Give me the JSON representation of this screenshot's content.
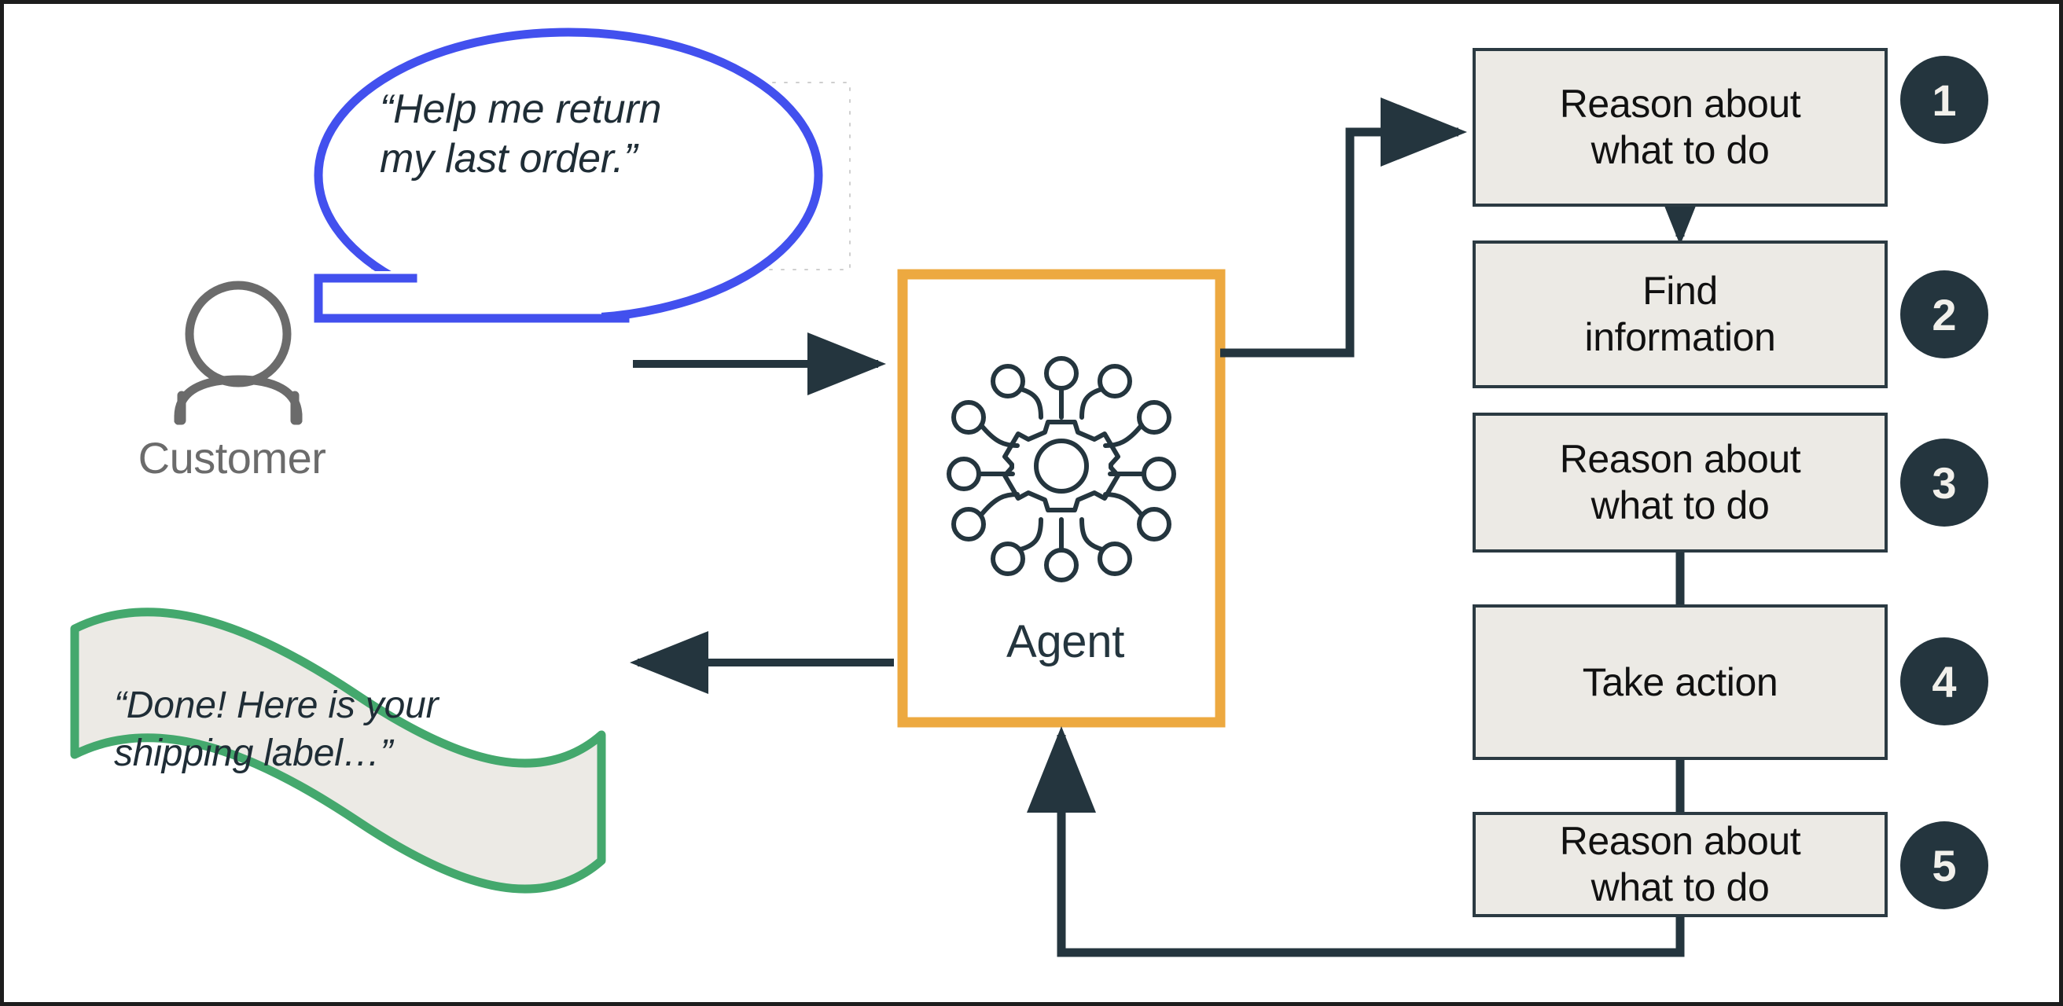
{
  "diagram": {
    "title": "Agent customer-service reasoning loop",
    "colors": {
      "bubble_stroke": "#4250ee",
      "banner_stroke": "#44a86d",
      "banner_fill": "#eceae5",
      "agent_border": "#eda940",
      "connector": "#24353e",
      "step_fill": "#eceae5",
      "step_border": "#2b3a42",
      "badge_fill": "#24353e",
      "badge_text": "#f2f0eb",
      "customer_icon": "#6b6b6b",
      "frame": "#1d1d1d"
    },
    "customer": {
      "label": "Customer",
      "icon": "person-icon",
      "request_bubble": {
        "icon": "speech-bubble",
        "lines": [
          "“Help me return",
          "my last order.”"
        ]
      },
      "response_banner": {
        "icon": "wavy-banner",
        "lines": [
          "“Done! Here is your",
          "shipping label…”"
        ]
      }
    },
    "agent": {
      "label": "Agent",
      "icon": "ai-network-gear-icon"
    },
    "flow": {
      "request_arrow": "customer-to-agent-arrow",
      "response_arrow": "agent-to-customer-arrow",
      "dispatch_arrow": "agent-to-step-1-arrow",
      "feedback_arrow": "step-5-to-agent-arrow"
    },
    "steps": [
      {
        "number": "1",
        "lines": [
          "Reason about",
          "what to do"
        ]
      },
      {
        "number": "2",
        "lines": [
          "Find",
          "information"
        ]
      },
      {
        "number": "3",
        "lines": [
          "Reason about",
          "what to do"
        ]
      },
      {
        "number": "4",
        "lines": [
          "Take action"
        ]
      },
      {
        "number": "5",
        "lines": [
          "Reason about",
          "what to do"
        ]
      }
    ]
  }
}
